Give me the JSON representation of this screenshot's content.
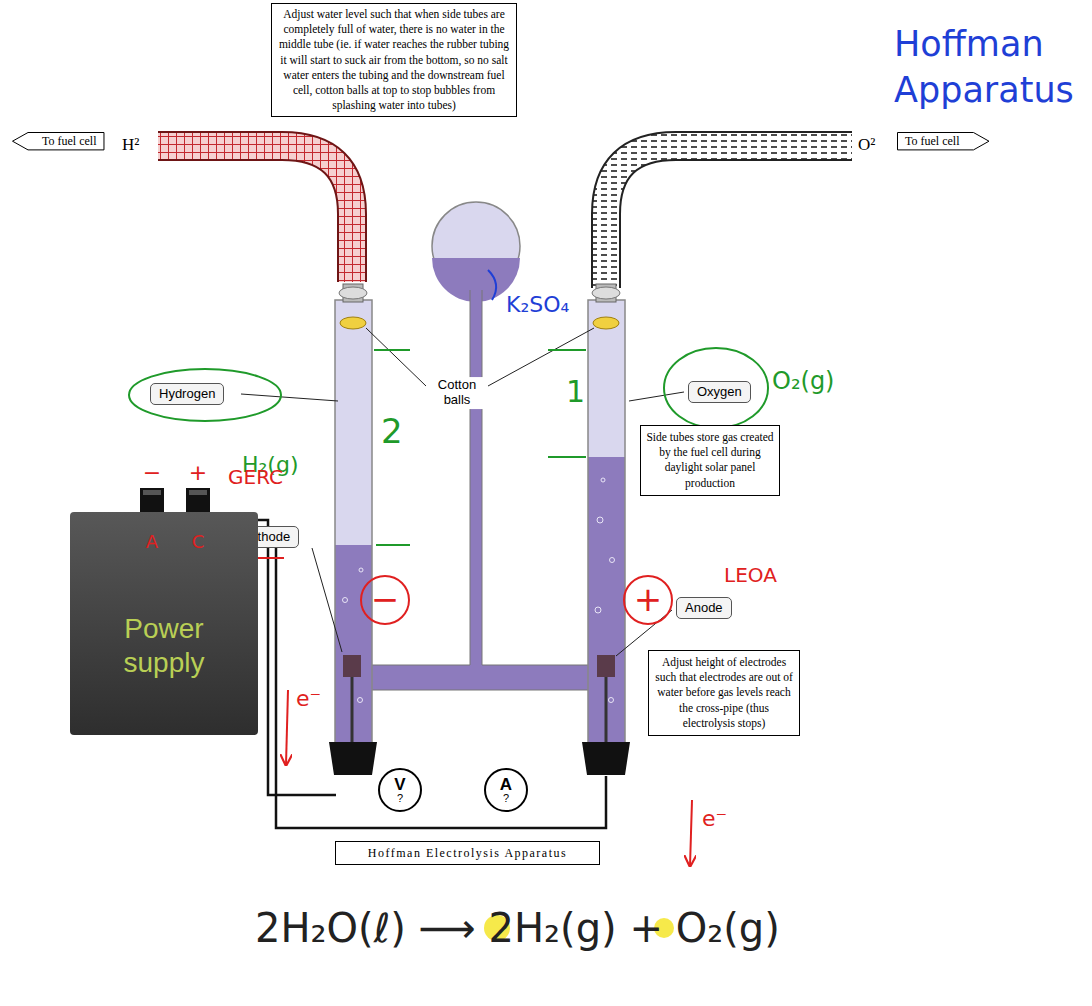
{
  "diagram": {
    "nodes": [
      {
        "text": [
          "Adjust water level such that when side tubes are completely full of water, there is no water in the middle tube (ie. if water reaches the rubber tubing it will start to suck air from the bottom, so no salt water enters the tubing and the downstream fuel cell, cotton balls at top to stop bubbles from splashing water into tubes)"
        ]
      },
      {
        "text": [
          "To fuel cell"
        ]
      },
      {
        "text": [
          "To fuel cell"
        ]
      },
      {
        "text": [
          "Hydrogen"
        ]
      },
      {
        "text": [
          "Oxygen"
        ]
      },
      {
        "text": [
          "Side tubes store gas created by the fuel cell during daylight solar panel production"
        ]
      },
      {
        "text": [
          "Cathode"
        ]
      },
      {
        "text": [
          "Anode"
        ]
      },
      {
        "text": [
          "Power supply"
        ]
      },
      {
        "text": [
          "Adjust height of electrodes such that electrodes are out of water before gas levels reach the cross-pipe (thus electrolysis stops)"
        ]
      },
      {
        "text": [
          "V",
          "?"
        ]
      },
      {
        "text": [
          "A",
          "?"
        ]
      },
      {
        "text": [
          "Hoffman Electrolysis Apparatus"
        ]
      }
    ],
    "labels": [
      "H²",
      "O²",
      "Cotton balls",
      "K₂SO₄",
      "Hoffman Apparatus",
      "H₂(g)",
      "2",
      "1",
      "O₂(g)",
      "GERC",
      "LEOA",
      "−",
      "+",
      "−",
      "+",
      "A",
      "C",
      "e⁻",
      "e⁻",
      "2H₂O(ℓ) ⟶ 2H₂(g) + O₂(g)"
    ]
  }
}
